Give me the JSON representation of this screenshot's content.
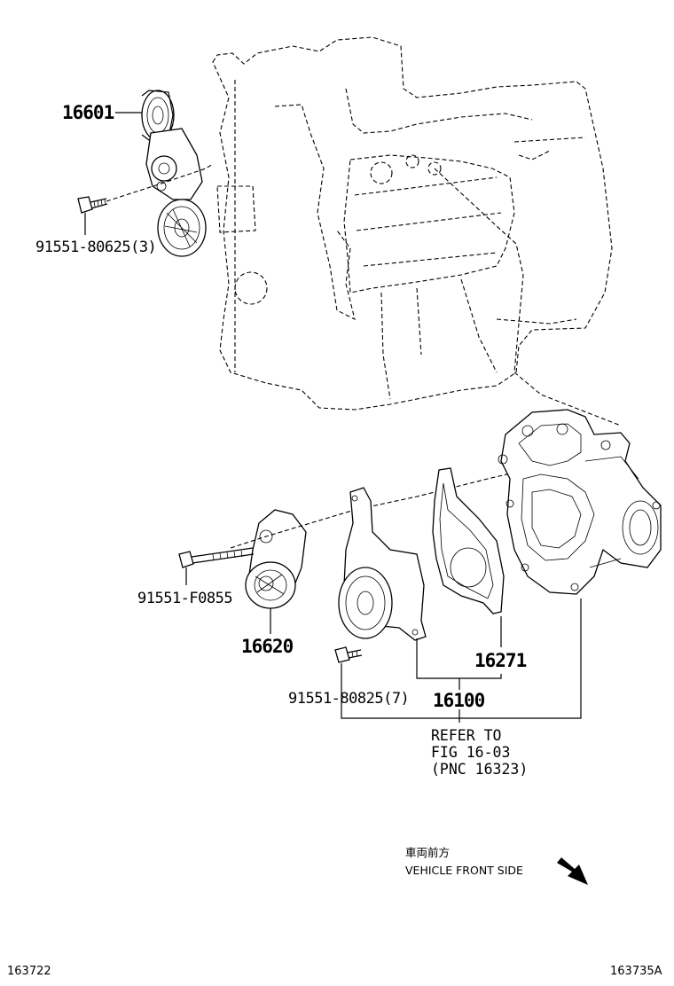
{
  "labels": {
    "idler_pulley": "16601",
    "idler_bolt": "91551-80625(3)",
    "tensioner_bolt": "91551-F0855",
    "tensioner": "16620",
    "gasket": "16271",
    "pump_bolt": "91551-80825(7)",
    "water_pump": "16100"
  },
  "reference_note": [
    "REFER TO",
    "FIG 16-03",
    "(PNC 16323)"
  ],
  "direction": {
    "jp": "車両前方",
    "en": "VEHICLE FRONT SIDE",
    "icon": "arrow-down-right-icon"
  },
  "codes": {
    "left": "163722",
    "right": "163735A"
  }
}
